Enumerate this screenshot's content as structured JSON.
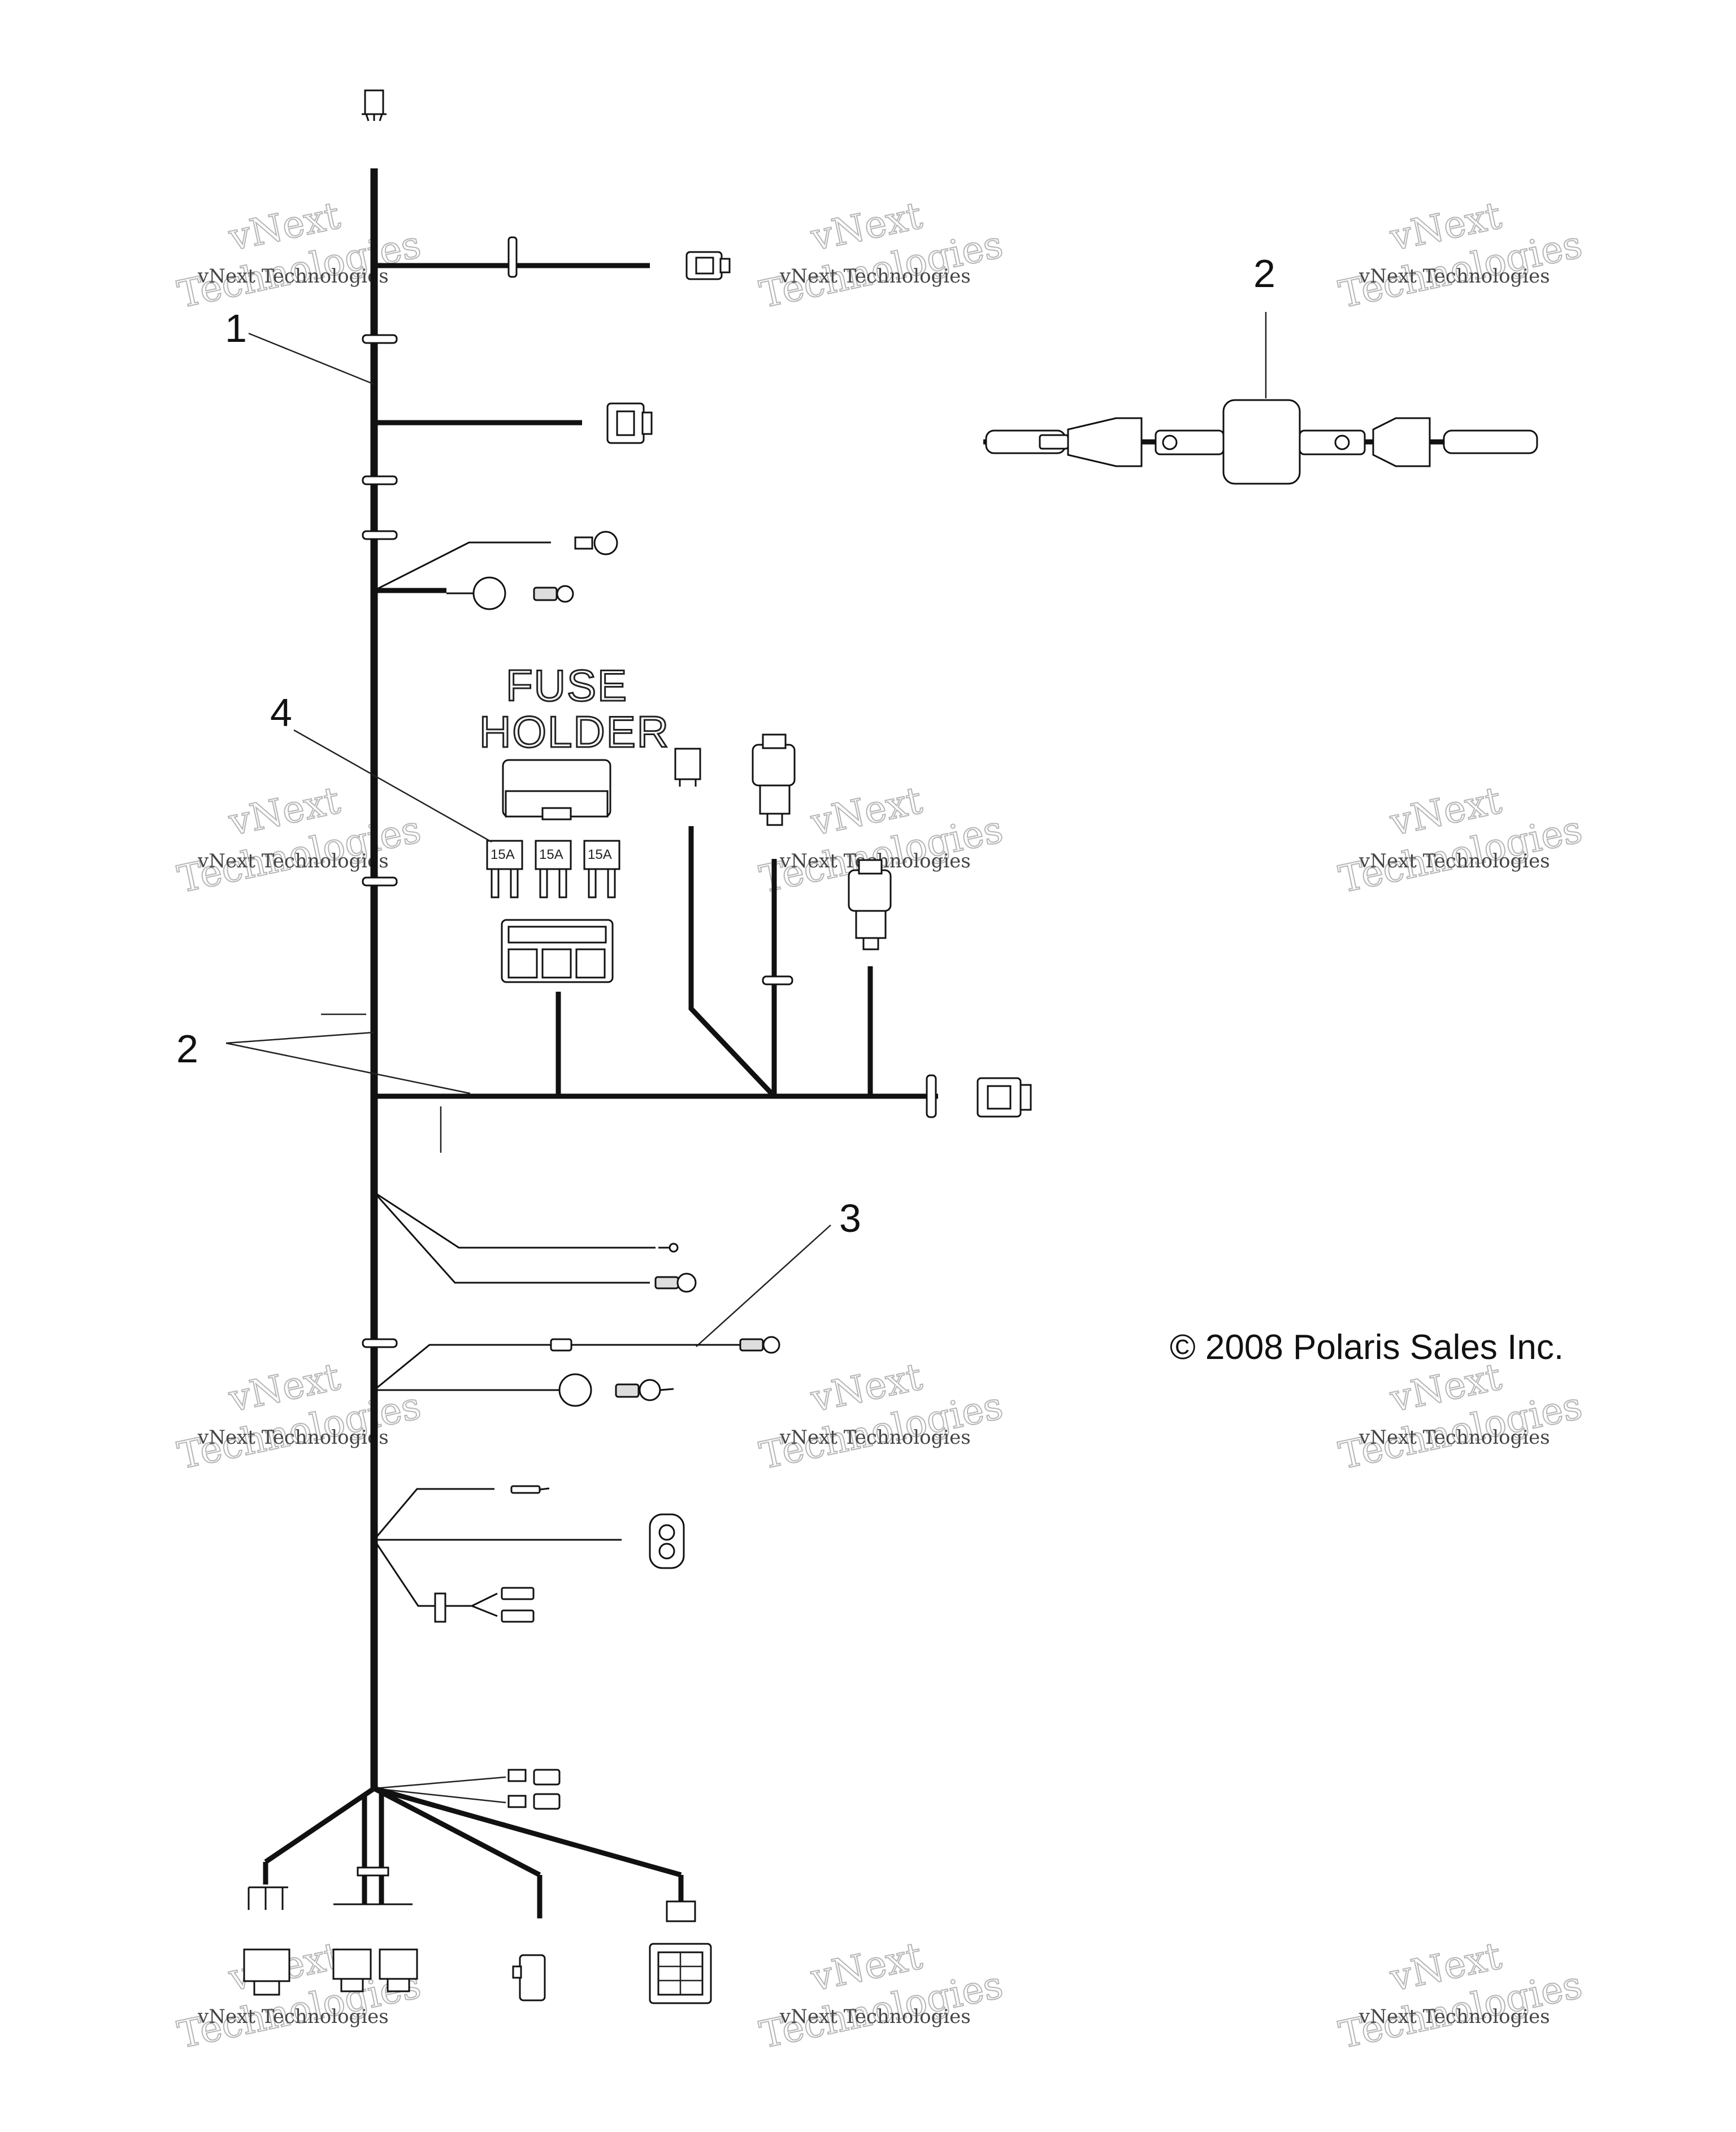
{
  "diagram": {
    "callouts": [
      {
        "id": "1",
        "label": "1"
      },
      {
        "id": "2a",
        "label": "2"
      },
      {
        "id": "2b",
        "label": "2"
      },
      {
        "id": "3",
        "label": "3"
      },
      {
        "id": "4",
        "label": "4"
      }
    ],
    "fuse_holder": {
      "line1": "FUSE",
      "line2": "HOLDER",
      "fuses": [
        "15A",
        "15A",
        "15A"
      ]
    },
    "copyright": "© 2008 Polaris Sales Inc.",
    "watermark": {
      "small": "vNext Technologies",
      "large_line1": "vNext",
      "large_line2": "Technologies"
    }
  }
}
